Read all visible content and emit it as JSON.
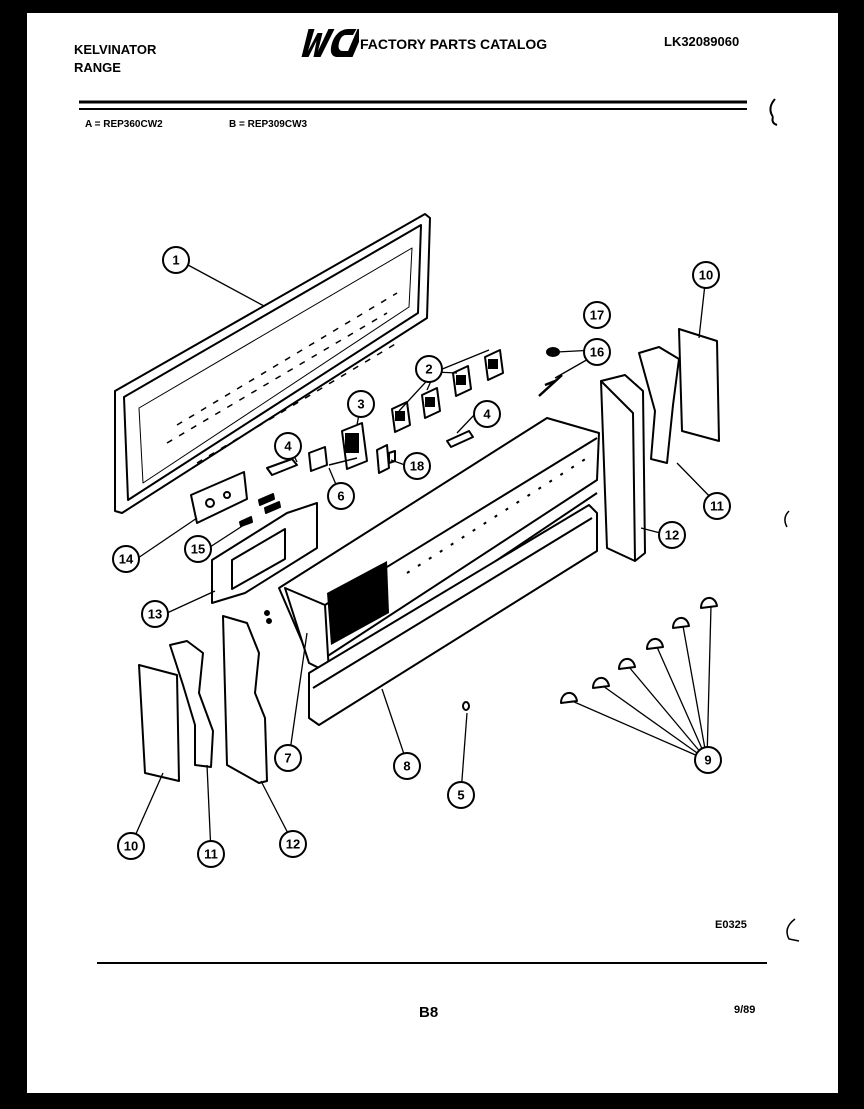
{
  "header": {
    "brand_line1": "KELVINATOR",
    "brand_line2": "RANGE",
    "logo_text": "WCI",
    "catalog_title": "FACTORY PARTS CATALOG",
    "catalog_number": "LK32089060"
  },
  "models": {
    "a": "A = REP360CW2",
    "b": "B = REP309CW3"
  },
  "callouts": [
    {
      "label": "1"
    },
    {
      "label": "2"
    },
    {
      "label": "3"
    },
    {
      "label": "4"
    },
    {
      "label": "4"
    },
    {
      "label": "5"
    },
    {
      "label": "6"
    },
    {
      "label": "7"
    },
    {
      "label": "8"
    },
    {
      "label": "9"
    },
    {
      "label": "10"
    },
    {
      "label": "10"
    },
    {
      "label": "11"
    },
    {
      "label": "11"
    },
    {
      "label": "12"
    },
    {
      "label": "12"
    },
    {
      "label": "13"
    },
    {
      "label": "14"
    },
    {
      "label": "15"
    },
    {
      "label": "16"
    },
    {
      "label": "17"
    },
    {
      "label": "18"
    }
  ],
  "footer": {
    "drawing_code": "E0325",
    "page_id": "B8",
    "date": "9/89"
  }
}
